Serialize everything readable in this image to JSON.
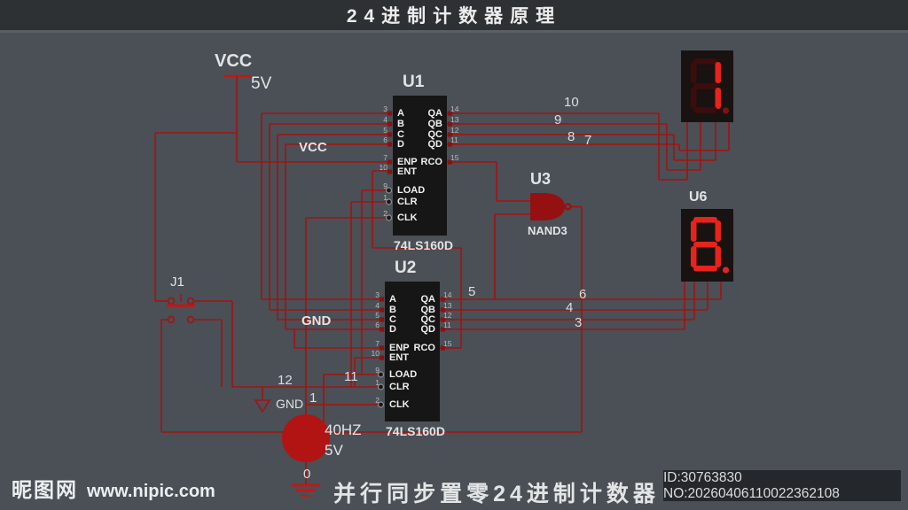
{
  "title": "24进制计数器原理",
  "caption": "并行同步置零24进制计数器",
  "watermark": {
    "site_name": "昵图网",
    "url": "www.nipic.com"
  },
  "stock_id": "ID:30763830 NO:20260406110022362108",
  "power": {
    "vcc": "VCC",
    "vcc_voltage": "5V",
    "vcc_rail": "VCC",
    "gnd_rail": "GND",
    "gnd_symbol_label": "GND"
  },
  "clock": {
    "frequency": "40HZ",
    "voltage": "5V"
  },
  "switch": {
    "ref": "J1"
  },
  "gate": {
    "ref": "U3",
    "label": "NAND3"
  },
  "chips": [
    {
      "ref": "U1",
      "part": "74LS160D",
      "left_pins": [
        {
          "n": "3",
          "name": "A"
        },
        {
          "n": "4",
          "name": "B"
        },
        {
          "n": "5",
          "name": "C"
        },
        {
          "n": "6",
          "name": "D"
        },
        {
          "n": "7",
          "name": "ENP"
        },
        {
          "n": "10",
          "name": "ENT"
        },
        {
          "n": "9",
          "name": "LOAD"
        },
        {
          "n": "1",
          "name": "CLR"
        },
        {
          "n": "2",
          "name": "CLK"
        }
      ],
      "right_pins": [
        {
          "n": "14",
          "name": "QA"
        },
        {
          "n": "13",
          "name": "QB"
        },
        {
          "n": "12",
          "name": "QC"
        },
        {
          "n": "11",
          "name": "QD"
        },
        {
          "n": "15",
          "name": "RCO"
        }
      ]
    },
    {
      "ref": "U2",
      "part": "74LS160D",
      "left_pins": [
        {
          "n": "3",
          "name": "A"
        },
        {
          "n": "4",
          "name": "B"
        },
        {
          "n": "5",
          "name": "C"
        },
        {
          "n": "6",
          "name": "D"
        },
        {
          "n": "7",
          "name": "ENP"
        },
        {
          "n": "10",
          "name": "ENT"
        },
        {
          "n": "9",
          "name": "LOAD"
        },
        {
          "n": "1",
          "name": "CLR"
        },
        {
          "n": "2",
          "name": "CLK"
        }
      ],
      "right_pins": [
        {
          "n": "14",
          "name": "QA"
        },
        {
          "n": "13",
          "name": "QB"
        },
        {
          "n": "12",
          "name": "QC"
        },
        {
          "n": "11",
          "name": "QD"
        },
        {
          "n": "15",
          "name": "RCO"
        }
      ]
    }
  ],
  "displays": [
    {
      "ref": "",
      "digit": "1",
      "dp": "dim"
    },
    {
      "ref": "U6",
      "digit": "8",
      "dp": "on"
    }
  ],
  "net_labels": [
    {
      "id": "n10",
      "text": "10"
    },
    {
      "id": "n9",
      "text": "9"
    },
    {
      "id": "n8",
      "text": "8"
    },
    {
      "id": "n7",
      "text": "7"
    },
    {
      "id": "n5",
      "text": "5"
    },
    {
      "id": "n6",
      "text": "6"
    },
    {
      "id": "n4",
      "text": "4"
    },
    {
      "id": "n3",
      "text": "3"
    },
    {
      "id": "n12",
      "text": "12"
    },
    {
      "id": "n11",
      "text": "11"
    },
    {
      "id": "n1",
      "text": "1"
    },
    {
      "id": "n0",
      "text": "0"
    }
  ],
  "colors": {
    "background": "#4a5056",
    "title_bar": "#2d3134",
    "wire": "#a31212",
    "wire_bright": "#c31616",
    "chip_body": "#161616",
    "display_body": "#181211",
    "segment_on": "#e8231b",
    "segment_off": "#3c0d0c",
    "segment_dp_dim": "#7c1310",
    "nand_fill": "#951111",
    "clock_fill": "#b21313",
    "id_box": "#24282c",
    "label_text": "#e2e3e4"
  }
}
